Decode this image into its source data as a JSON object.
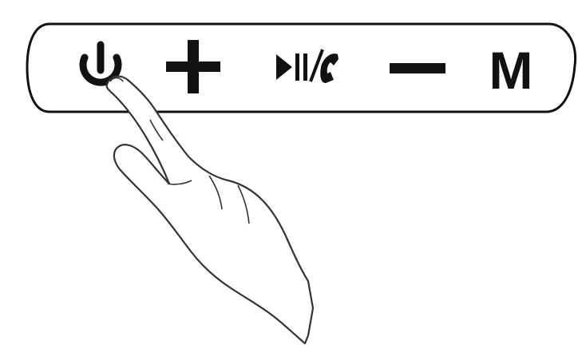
{
  "control_panel": {
    "buttons": [
      {
        "id": "power",
        "icon": "power-icon"
      },
      {
        "id": "volume-up",
        "icon": "plus-icon"
      },
      {
        "id": "play-pause-call",
        "icon": "play-pause-phone-icon"
      },
      {
        "id": "volume-down",
        "icon": "minus-icon"
      },
      {
        "id": "mode",
        "label": "M"
      }
    ]
  },
  "illustration": {
    "hand": "pointing-hand-icon",
    "pressed_button": "power"
  },
  "colors": {
    "ink": "#111111",
    "background": "#ffffff",
    "hand_fill": "#ffffff",
    "hand_stroke": "#333333"
  }
}
